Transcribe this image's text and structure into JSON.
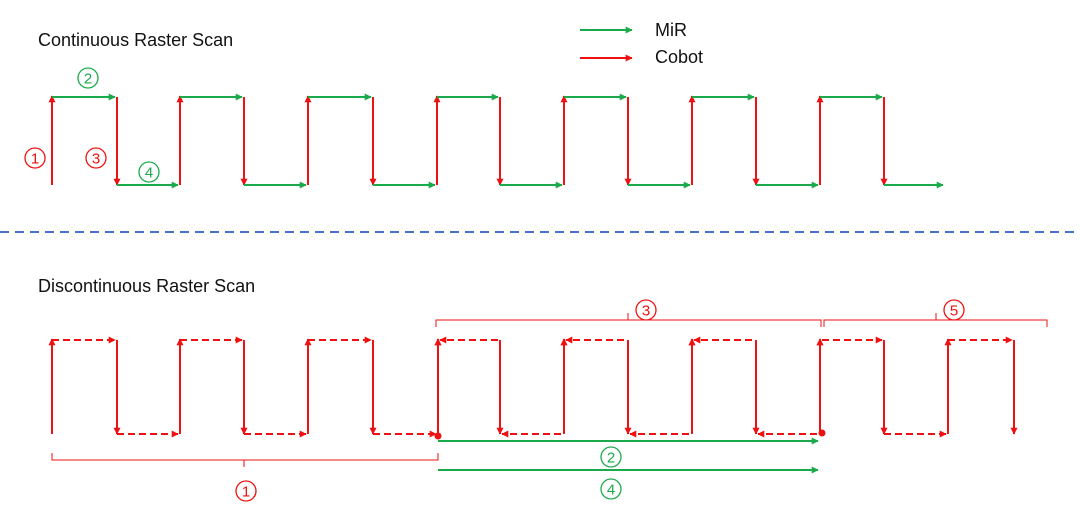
{
  "colors": {
    "mir": "#1aaa4b",
    "cobot": "#ee1111",
    "divider": "#4472c4",
    "text": "#111111"
  },
  "continuous": {
    "title": "Continuous Raster Scan",
    "step_labels": [
      "1",
      "2",
      "3",
      "4"
    ]
  },
  "discontinuous": {
    "title": "Discontinuous Raster Scan",
    "phase_labels": [
      "1",
      "2",
      "3",
      "4",
      "5"
    ]
  },
  "legend": {
    "mir_label": "MiR",
    "cobot_label": "Cobot"
  }
}
